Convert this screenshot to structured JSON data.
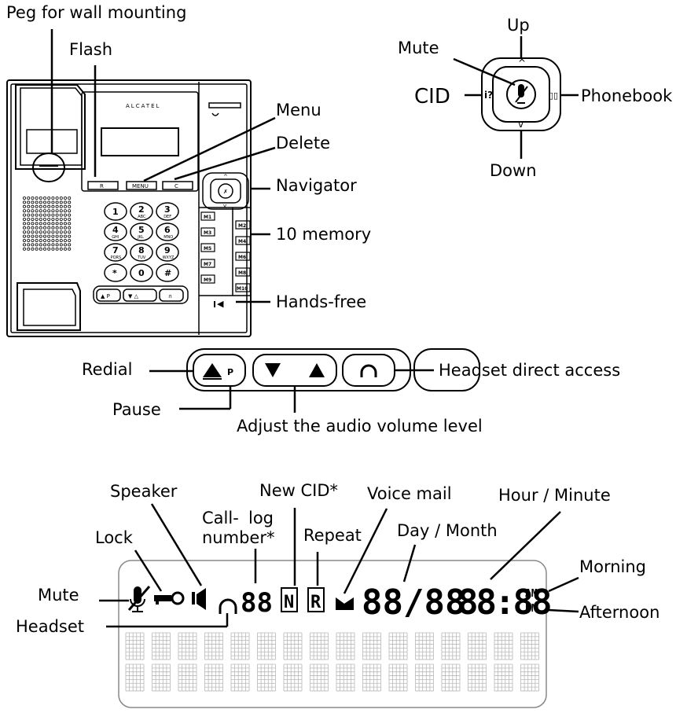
{
  "phone_labels": {
    "peg": "Peg for wall mounting",
    "flash": "Flash",
    "menu": "Menu",
    "delete": "Delete",
    "navigator": "Navigator",
    "memory": "10 memory",
    "handsfree": "Hands-free",
    "brand": "ALCATEL"
  },
  "phone_keys": {
    "r": "R",
    "menu": "MENU",
    "c": "C",
    "digits": [
      {
        "n": "1",
        "l": ""
      },
      {
        "n": "2",
        "l": "ABC"
      },
      {
        "n": "3",
        "l": "DEF"
      },
      {
        "n": "4",
        "l": "GHI"
      },
      {
        "n": "5",
        "l": "JKL"
      },
      {
        "n": "6",
        "l": "MNO"
      },
      {
        "n": "7",
        "l": "PQRS"
      },
      {
        "n": "8",
        "l": "TUV"
      },
      {
        "n": "9",
        "l": "WXYZ"
      },
      {
        "n": "*",
        "l": ""
      },
      {
        "n": "0",
        "l": ""
      },
      {
        "n": "#",
        "l": ""
      }
    ],
    "mem_left": [
      "M1",
      "M3",
      "M5",
      "M7",
      "M9"
    ],
    "mem_right": [
      "M2",
      "M4",
      "M6",
      "M8",
      "M10"
    ]
  },
  "navigator_labels": {
    "up": "Up",
    "mute": "Mute",
    "cid": "CID",
    "phonebook": "Phonebook",
    "down": "Down"
  },
  "button_labels": {
    "redial": "Redial",
    "pause": "Pause",
    "pause_key": "P",
    "volume": "Adjust the audio volume level",
    "headset": "Headset direct access"
  },
  "display_labels": {
    "speaker": "Speaker",
    "new_cid": "New CID*",
    "voice_mail": "Voice mail",
    "hour_minute": "Hour / Minute",
    "lock": "Lock",
    "call_log_1": "Call-",
    "call_log_2": "log",
    "call_log_3": "number*",
    "repeat": "Repeat",
    "day_month": "Day / Month",
    "morning": "Morning",
    "mute": "Mute",
    "afternoon": "Afternoon",
    "headset": "Headset"
  },
  "display_segments": {
    "call_log": "88",
    "new": "N",
    "repeat": "R",
    "date": "88/88",
    "time": "88:88",
    "am": "AM",
    "pm": "PM"
  }
}
